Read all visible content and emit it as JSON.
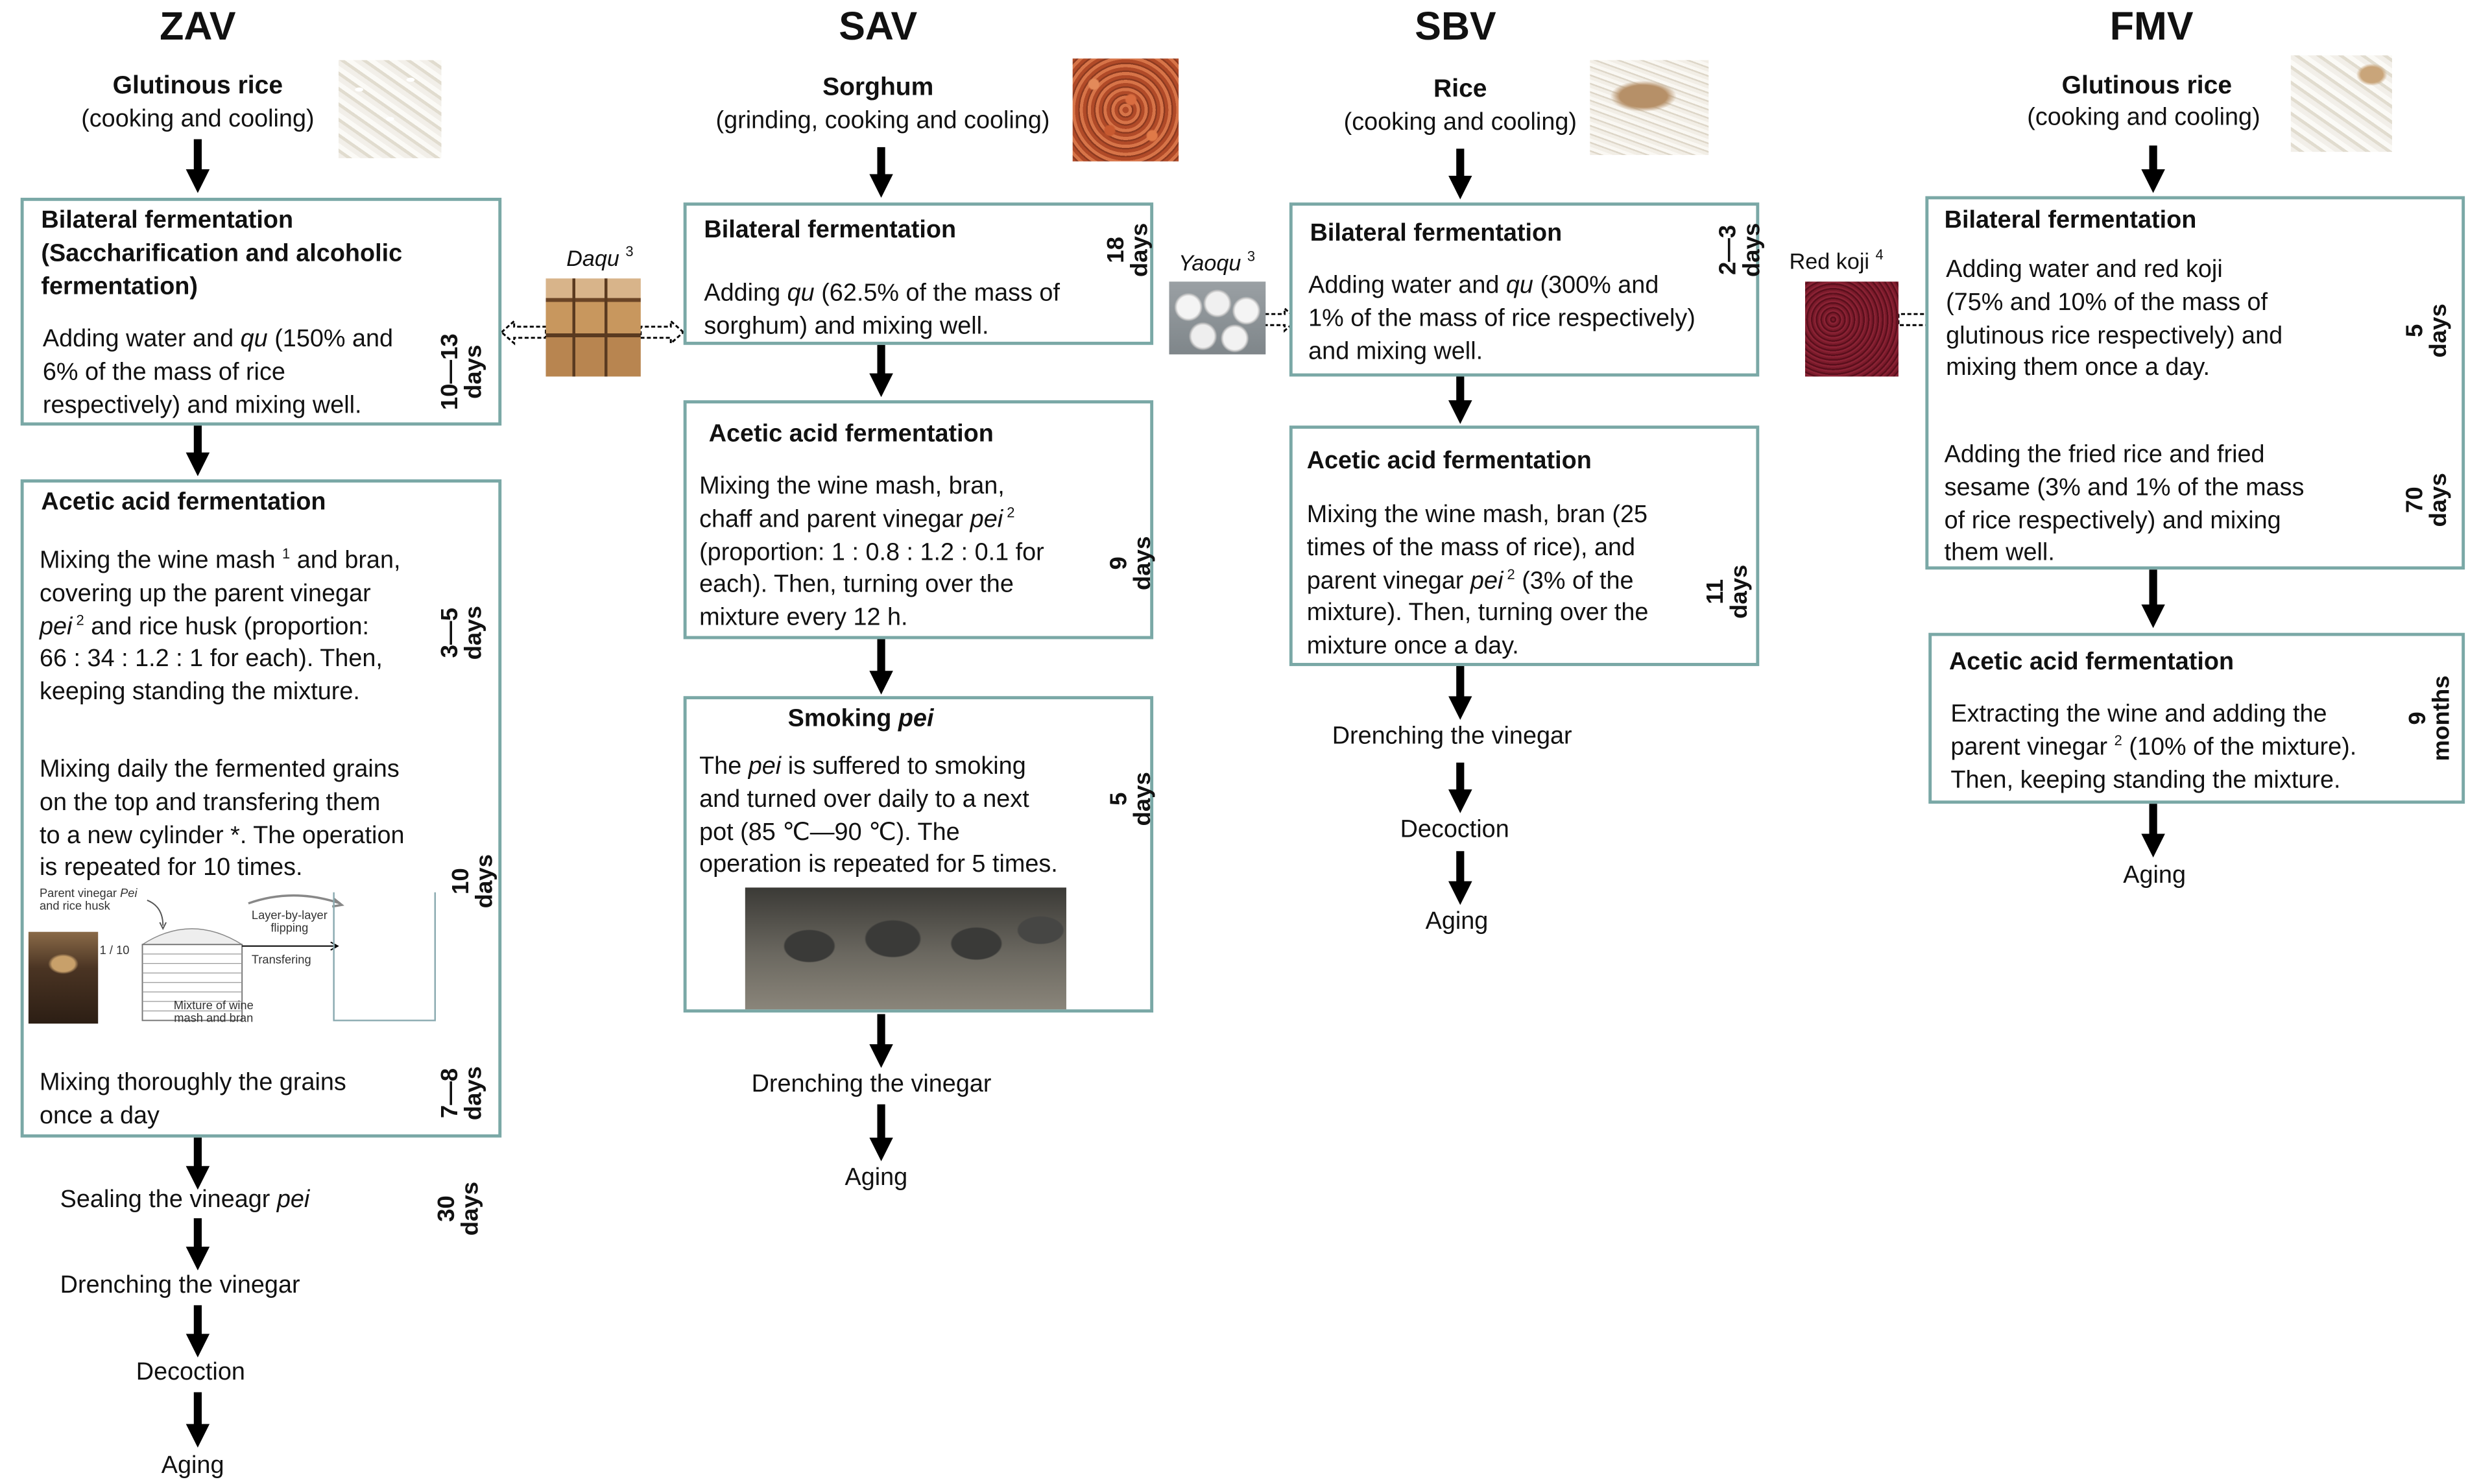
{
  "columns": {
    "zav": {
      "title": "ZAV",
      "ingredient": "Glutinous rice",
      "process": "(cooking and cooling)",
      "image": "glutinous-rice-photo",
      "steps": {
        "bilateral": {
          "title_line1": "Bilateral fermentation",
          "title_line2": "(Saccharification and alcoholic",
          "title_line3": "fermentation)",
          "lines": [
            "Adding water and ",
            "qu",
            " (150% and",
            "6% of the mass of rice",
            "respectively) and mixing  well."
          ],
          "duration_value": "10—13",
          "duration_unit": "days"
        },
        "acetic": {
          "title": "Acetic acid fermentation",
          "block1": [
            "Mixing the wine mash ",
            "1",
            " and bran,",
            "covering up the parent vinegar",
            "pei",
            " 2",
            " and rice husk  (proportion:",
            "66 : 34 : 1.2 : 1 for each). Then,",
            "keeping standing  the mixture."
          ],
          "block1_duration_value": "3—5",
          "block1_duration_unit": "days",
          "block2": [
            "Mixing daily the fermented grains",
            "on the top and transfering them",
            "to a new cylinder *. The operation",
            "is repeated for 10 times."
          ],
          "block2_duration_value": "10",
          "block2_duration_unit": "days",
          "inset": {
            "parent_label_1": "Parent vinegar ",
            "parent_label_pei": "Pei",
            "parent_label_2": "and rice husk",
            "ratio": "1 / 10",
            "mixture_1": "Mixture of wine",
            "mixture_2": "mash and bran",
            "layer_1": "Layer-by-layer",
            "layer_2": "flipping",
            "transfer": "Transfering"
          },
          "block3": [
            "Mixing thoroughly  the grains",
            "once a day"
          ],
          "block3_duration_value": "7—8",
          "block3_duration_unit": "days"
        },
        "sealing": "Sealing  the vineagr ",
        "sealing_pei": "pei",
        "sealing_duration_value": "30",
        "sealing_duration_unit": "days",
        "drenching": "Drenching  the vinegar",
        "decoction": "Decoction",
        "aging": "Aging"
      }
    },
    "sav": {
      "title": "SAV",
      "ingredient": "Sorghum",
      "process": "(grinding, cooking and cooling)",
      "image": "sorghum-photo",
      "starter": "Daqu",
      "starter_ref": "3",
      "steps": {
        "bilateral": {
          "title": "Bilateral fermentation",
          "lines": [
            "Adding ",
            "qu",
            " (62.5% of the mass of",
            "sorghum) and mixing  well."
          ],
          "duration_value": "18",
          "duration_unit": "days"
        },
        "acetic": {
          "title": "Acetic acid fermentation",
          "lines": [
            "Mixing the wine mash, bran,",
            "chaff and parent vinegar ",
            "pei",
            " 2",
            "(proportion: 1 : 0.8 : 1.2 : 0.1 for",
            "each). Then, turning over the",
            "mixture every 12 h."
          ],
          "duration_value": "9",
          "duration_unit": "days"
        },
        "smoking": {
          "title": "Smoking ",
          "title_pei": "pei",
          "lines": [
            "The ",
            "pei",
            " is suffered to smoking",
            "and turned over daily to a next",
            "pot (85 ℃—90 ℃). The",
            "operation is repeated for 5 times."
          ],
          "duration_value": "5",
          "duration_unit": "days"
        },
        "drenching": "Drenching  the vinegar",
        "aging": "Aging"
      }
    },
    "sbv": {
      "title": "SBV",
      "ingredient": "Rice",
      "process": "(cooking and cooling)",
      "image": "rice-photo",
      "starter": "Yaoqu",
      "starter_ref": "3",
      "steps": {
        "bilateral": {
          "title": "Bilateral fermentation",
          "lines": [
            "Adding water and ",
            "qu",
            " (300% and",
            "1% of the mass of rice respectively)",
            "and mixing  well."
          ],
          "duration_value": "2—3",
          "duration_unit": "days"
        },
        "acetic": {
          "title": "Acetic acid fermentation",
          "lines": [
            "Mixing the wine mash, bran (25",
            "times of the mass of rice), and",
            "parent vinegar ",
            "pei",
            " 2",
            " (3% of the",
            "mixture). Then, turning over the",
            "mixture once a day."
          ],
          "duration_value": "11",
          "duration_unit": "days"
        },
        "drenching": "Drenching  the vinegar",
        "decoction": "Decoction",
        "aging": "Aging"
      }
    },
    "fmv": {
      "title": "FMV",
      "ingredient": "Glutinous rice",
      "process": "(cooking and cooling)",
      "image": "glutinous-rice-photo",
      "starter": "Red koji",
      "starter_ref": "4",
      "steps": {
        "bilateral": {
          "title": "Bilateral fermentation",
          "block1": [
            "Adding water and red koji",
            " (75% and 10% of the mass of",
            "glutinous  rice respectively) and",
            "mixing them once a day."
          ],
          "block1_duration_value": "5",
          "block1_duration_unit": "days",
          "block2": [
            "Adding the fried rice and fried",
            "sesame (3% and 1% of the mass",
            "of rice respectively) and mixing",
            "them well."
          ],
          "block2_duration_value": "70",
          "block2_duration_unit": "days"
        },
        "acetic": {
          "title": "Acetic acid fermentation",
          "lines": [
            "Extracting the wine and adding the",
            "parent vinegar ",
            "2",
            " (10% of the mixture).",
            "Then, keeping standing  the mixture."
          ],
          "duration_value": "9",
          "duration_unit": "months"
        },
        "aging": "Aging"
      }
    }
  },
  "colors": {
    "box_border": "#7aa8a6",
    "arrow": "#000000",
    "text": "#111111"
  }
}
